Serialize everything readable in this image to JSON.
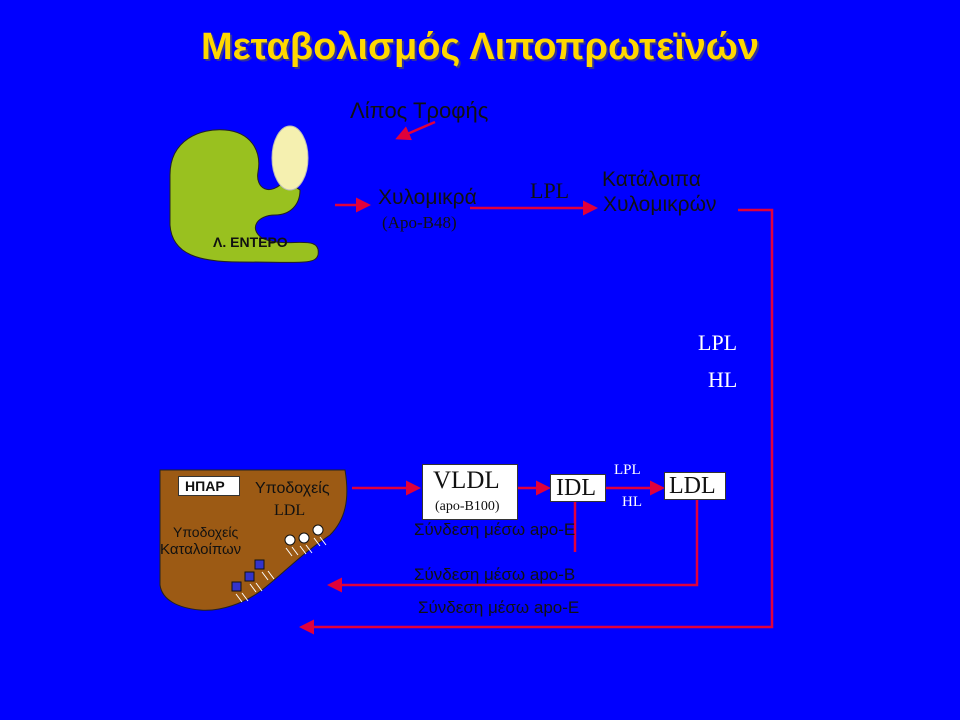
{
  "title": "Μεταβολισμός Λιποπρωτεϊνών",
  "food_fat_label": "Λίπος Τροφής",
  "intestine_label": "Λ. ΕΝΤΕΡΟ",
  "chylomicrons": {
    "label": "Χυλομικρά",
    "apo": "(Apo-B48)"
  },
  "lpl_top": "LPL",
  "remnants": {
    "line1": "Κατάλοιπα",
    "line2": "Χυλομικρών"
  },
  "enzymes_right": {
    "lpl": "LPL",
    "hl": "HL"
  },
  "liver": {
    "label": "ΗΠΑΡ",
    "ldl_receptors_line1": "Υποδοχείς",
    "ldl_receptors_line2": "LDL",
    "remnant_receptors_line1": "Υποδοχείς",
    "remnant_receptors_line2": "Καταλοίπων"
  },
  "vldl": {
    "label": "VLDL",
    "apo": "(apo-B100)"
  },
  "idl": "IDL",
  "lpl_small": "LPL",
  "hl_small": "HL",
  "ldl": "LDL",
  "binding_apo_e_1": "Σύνδεση μέσω apo-E",
  "binding_apo_b": "Σύνδεση μέσω apo-B",
  "binding_apo_e_2": "Σύνδεση μέσω apo-E",
  "colors": {
    "background": "#0000ff",
    "title": "#ffd700",
    "arrow": "#e0003c",
    "intestine": "#99c11f",
    "intestine_end": "#f5f0b0",
    "liver": "#9c5a14"
  }
}
